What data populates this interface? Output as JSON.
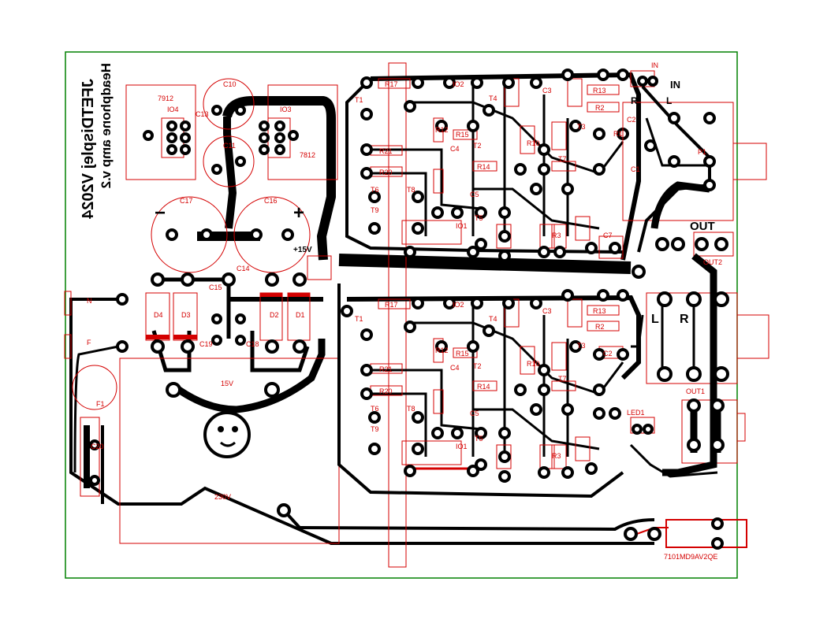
{
  "board": {
    "title_mirrored": "JFETDisplej V2024",
    "subtitle_mirrored": "Headphone amp v.2",
    "supply_label": "15V",
    "mains_label": "230V",
    "tag_label": "7101MD9AV2QE",
    "rail_label": "+15V",
    "plus_sign": "+",
    "minus_sign": "−"
  },
  "connectors": {
    "in": "IN",
    "in_l": "L",
    "in_r": "R",
    "out": "OUT",
    "out_l": "L",
    "out_r": "R",
    "in_ref": "IN",
    "out_ref": "OUT2",
    "out1_ref": "OUT1",
    "pot": "P1",
    "led": "LED1",
    "fuse": "F1",
    "n": "N",
    "f": "F"
  },
  "power_parts": [
    "C10",
    "C11",
    "C13",
    "C17",
    "C16",
    "C15",
    "C14",
    "C19",
    "C18",
    "C20",
    "D1",
    "D2",
    "D3",
    "D4",
    "IO3",
    "IO4",
    "7812",
    "7912"
  ],
  "channel_parts": [
    "R17",
    "IO2",
    "R13",
    "R2",
    "T1",
    "T2",
    "T3",
    "T4",
    "T5",
    "T6",
    "T7",
    "T8",
    "T9",
    "R21",
    "R20",
    "R15",
    "R14",
    "R10",
    "R3",
    "R12",
    "C1",
    "C2",
    "C3",
    "C4",
    "C5",
    "C7",
    "IO1",
    "R1"
  ],
  "colors": {
    "trace": "#000000",
    "silkscreen": "#d40000",
    "outline": "#008000",
    "background": "#ffffff"
  }
}
